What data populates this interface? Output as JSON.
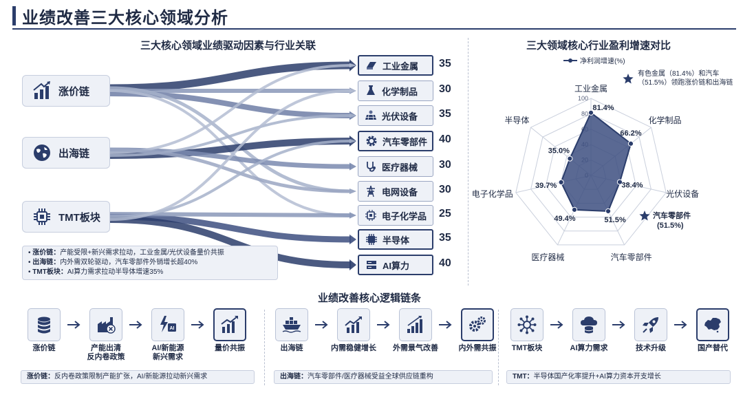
{
  "page": {
    "title": "业绩改善三大核心领域分析"
  },
  "flow": {
    "title": "三大核心领域业绩驱动因素与行业关联",
    "sources": [
      {
        "label": "涨价链",
        "icon": "bar-up-arrow-icon"
      },
      {
        "label": "出海链",
        "icon": "globe-icon"
      },
      {
        "label": "TMT板块",
        "icon": "chip-icon"
      }
    ],
    "targets": [
      {
        "label": "工业金属",
        "value": "35",
        "icon": "metal-ingot-icon",
        "highlight": true
      },
      {
        "label": "化学制品",
        "value": "30",
        "icon": "flask-icon",
        "highlight": false
      },
      {
        "label": "光伏设备",
        "value": "35",
        "icon": "solar-panel-icon",
        "highlight": false
      },
      {
        "label": "汽车零部件",
        "value": "40",
        "icon": "gear-icon",
        "highlight": true
      },
      {
        "label": "医疗器械",
        "value": "30",
        "icon": "stethoscope-icon",
        "highlight": false
      },
      {
        "label": "电网设备",
        "value": "30",
        "icon": "power-tower-icon",
        "highlight": false
      },
      {
        "label": "电子化学品",
        "value": "25",
        "icon": "circuit-chip-icon",
        "highlight": false
      },
      {
        "label": "半导体",
        "value": "35",
        "icon": "semiconductor-icon",
        "highlight": true
      },
      {
        "label": "AI算力",
        "value": "40",
        "icon": "server-icon",
        "highlight": true
      }
    ],
    "notes": [
      {
        "key": "涨价链：",
        "text": "产能受限+新兴需求拉动，工业金属/光伏设备量价共振"
      },
      {
        "key": "出海链：",
        "text": "内外需双轮驱动，汽车零部件外销增长超40%"
      },
      {
        "key": "TMT板块：",
        "text": "AI算力需求拉动半导体增速35%"
      }
    ]
  },
  "radar": {
    "title": "三大领域核心行业盈利增速对比",
    "legend": "净利润增速(%)",
    "callout": "有色金属（81.4%）和汽车（51.5%）领跑涨价链和出海链",
    "star_note": "(51.5%)",
    "colors": {
      "fill": "#3d4f80",
      "line": "#2b3d6b",
      "grid": "#c9cfdc"
    }
  },
  "chart_data": {
    "type": "radar",
    "title": "三大领域核心行业盈利增速对比",
    "series": [
      {
        "name": "净利润增速(%)",
        "values": [
          81.4,
          66.2,
          38.4,
          51.5,
          49.4,
          39.7,
          35.0
        ]
      }
    ],
    "categories": [
      "工业金属",
      "化学制品",
      "光伏设备",
      "汽车零部件",
      "医疗器械",
      "电子化学品",
      "半导体"
    ],
    "value_labels": [
      "81.4%",
      "66.2%",
      "38.4%",
      "51.5%",
      "49.4%",
      "39.7%",
      "35.0%"
    ],
    "axis_ticks": [
      "0",
      "20",
      "40",
      "60",
      "80",
      "100"
    ],
    "rlim": [
      0,
      100
    ],
    "grid": true,
    "legend_position": "top"
  },
  "logic": {
    "title": "业绩改善核心逻辑链条",
    "chains": [
      {
        "steps": [
          {
            "label": "涨价链",
            "icon": "coin-stack-icon"
          },
          {
            "label": "产能出清\n反内卷政策",
            "icon": "factory-icon"
          },
          {
            "label": "AI/新能源\n新兴需求",
            "icon": "ai-bolt-icon"
          },
          {
            "label": "量价共振",
            "icon": "bar-chart-up-icon"
          }
        ],
        "note_key": "涨价链：",
        "note": "反内卷政策限制产能扩张，AI/新能源拉动新兴需求"
      },
      {
        "steps": [
          {
            "label": "出海链",
            "icon": "cargo-ship-icon"
          },
          {
            "label": "内需稳健增长",
            "icon": "growth-chart-icon"
          },
          {
            "label": "外需景气改善",
            "icon": "rising-bars-icon"
          },
          {
            "label": "内外需共振",
            "icon": "gears-icon"
          }
        ],
        "note_key": "出海链：",
        "note": "汽车零部件/医疗器械受益全球供应链重构"
      },
      {
        "steps": [
          {
            "label": "TMT板块",
            "icon": "network-hub-icon"
          },
          {
            "label": "AI算力需求",
            "icon": "cloud-database-icon"
          },
          {
            "label": "技术升级",
            "icon": "rocket-icon"
          },
          {
            "label": "国产替代",
            "icon": "china-map-icon"
          }
        ],
        "note_key": "TMT：",
        "note": "半导体国产化率提升+AI算力资本开支增长"
      }
    ]
  }
}
